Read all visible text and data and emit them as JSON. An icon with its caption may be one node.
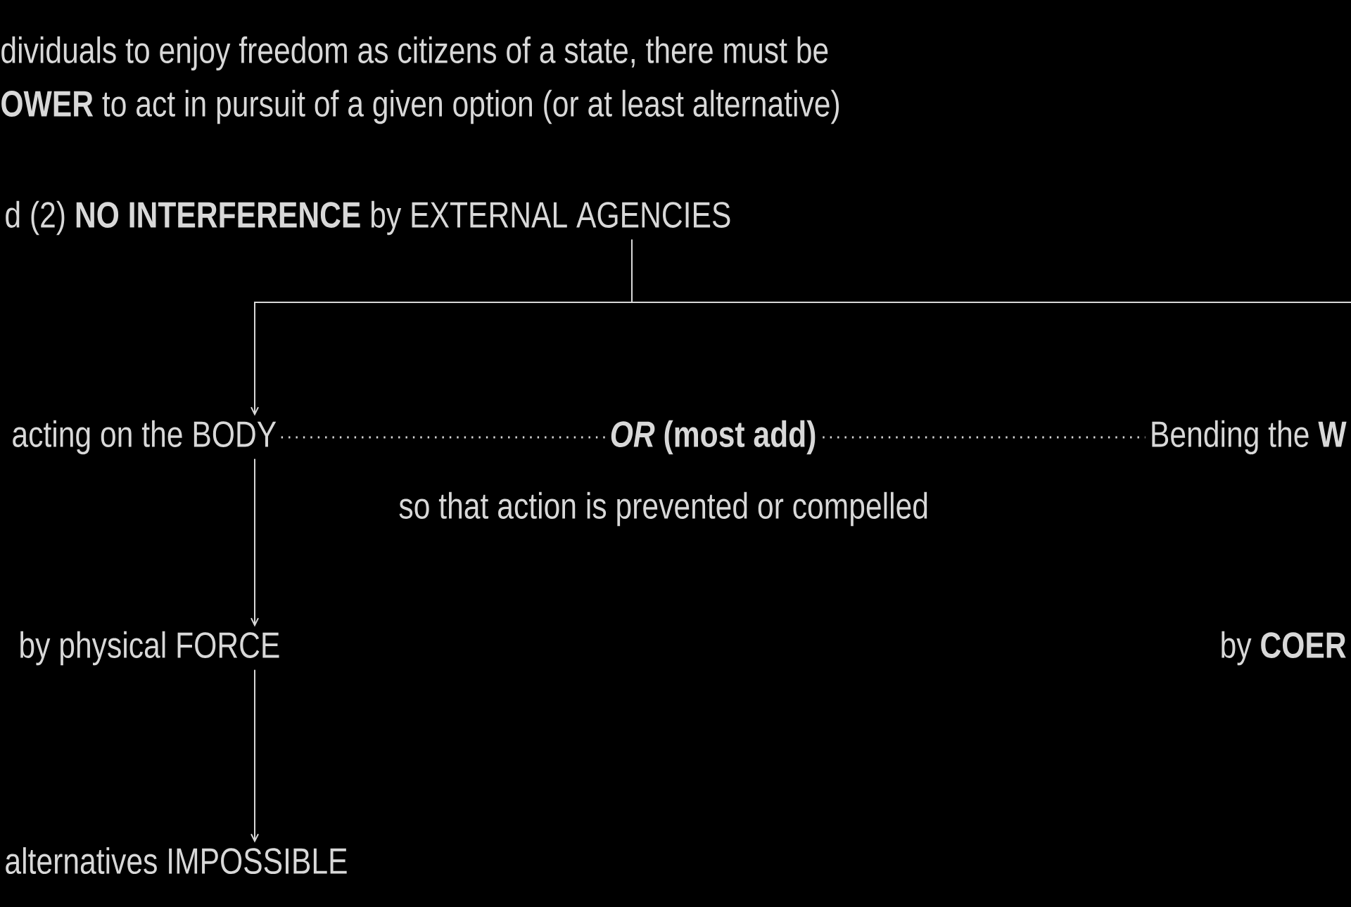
{
  "diagram": {
    "nodes": [
      {
        "text": [
          "d (2) **NO INTERFERENCE** by EXTERNAL AGENCIES"
        ]
      },
      {
        "text": [
          "acting on the BODY"
        ]
      },
      {
        "text": [
          "Bending  the **W**"
        ]
      },
      {
        "text": [
          "by physical FORCE"
        ]
      },
      {
        "text": [
          "alternatives IMPOSSIBLE"
        ]
      },
      {
        "text": [
          "by **COER**"
        ]
      }
    ],
    "edges": [
      {
        "from": 0,
        "to": 1,
        "arrow": "to"
      },
      {
        "from": 0,
        "to": null,
        "arrow": "none"
      },
      {
        "from": 1,
        "to": 2,
        "arrow": "none",
        "style": "dashed",
        "label": "*OR* (most add)"
      },
      {
        "from": 1,
        "to": 3,
        "arrow": "to"
      },
      {
        "from": 3,
        "to": 4,
        "arrow": "to"
      }
    ],
    "labels": [
      "dividuals to enjoy freedom as citizens of a state, there must be",
      "**OWER** to act in pursuit of a given option (or at least alternative)",
      "so that action is prevented or compelled"
    ]
  }
}
